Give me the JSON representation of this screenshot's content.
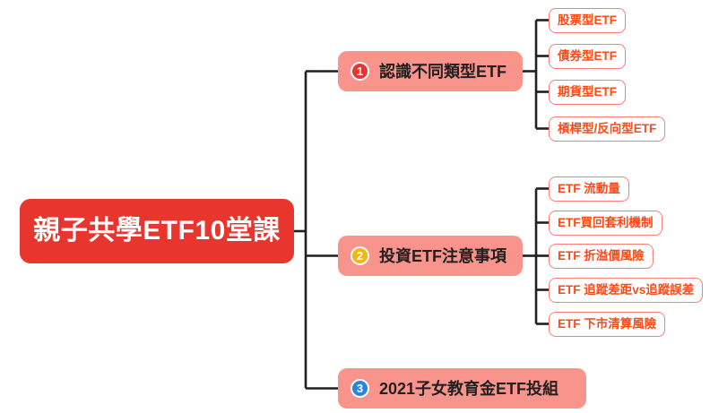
{
  "diagram": {
    "type": "mind-map",
    "title": "親子共學ETF10堂課",
    "colors": {
      "root_bg": "#E8352E",
      "root_text": "#FFFFFF",
      "branch_bg": "#F9948C",
      "branch_text": "#231F20",
      "leaf_border": "#FC7C78",
      "leaf_text": "#FC4A17",
      "leaf_bg": "#FFFFFF",
      "connector": "#231F20",
      "badge_1": "#E8352E",
      "badge_2": "#F5B50E",
      "badge_3": "#2B84DC"
    },
    "root": {
      "label": "親子共學ETF10堂課"
    },
    "branches": [
      {
        "number": "1",
        "label": "認識不同類型ETF",
        "badge_color": "#E8352E",
        "leaves": [
          {
            "label": "股票型ETF"
          },
          {
            "label": "債券型ETF"
          },
          {
            "label": "期貨型ETF"
          },
          {
            "label": "槓桿型/反向型ETF"
          }
        ]
      },
      {
        "number": "2",
        "label": "投資ETF注意事項",
        "badge_color": "#F5B50E",
        "leaves": [
          {
            "label": "ETF 流動量"
          },
          {
            "label": "ETF買回套利機制"
          },
          {
            "label": "ETF 折溢價風險"
          },
          {
            "label": "ETF 追蹤差距vs追蹤誤差"
          },
          {
            "label": "ETF 下市清算風險"
          }
        ]
      },
      {
        "number": "3",
        "label": "2021子女教育金ETF投組",
        "badge_color": "#2B84DC",
        "leaves": []
      }
    ]
  }
}
